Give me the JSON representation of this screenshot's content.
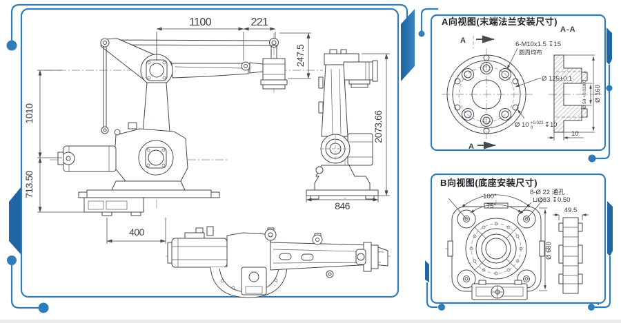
{
  "colors": {
    "accent": "#2e7cb8",
    "accent_dark": "#2265a3",
    "line": "#41464c"
  },
  "main_view": {
    "dim_top_1": "1100",
    "dim_top_2": "221",
    "dim_top_right_v": "247.5",
    "dim_left_upper": "1010",
    "dim_left_lower": "713.50",
    "dim_bottom_left": "400",
    "dim_side_height": "2073.66",
    "dim_side_width": "846"
  },
  "panel_a": {
    "title": "A向视图(末端法兰安装尺寸)",
    "section_label": "A-A",
    "view_arrow_top": "A",
    "view_arrow_bottom": "A",
    "ann_bolts": "6-M10x1.5 ↧15",
    "ann_pattern": "圆周均布",
    "ann_bolt_circle": "Ø 125±0.1",
    "ann_pin": "Ø 10",
    "ann_pin_tol_hi": "+0.022",
    "ann_pin_tol_lo": "0",
    "ann_pin_depth": "↧10",
    "ann_outer_dia": "Ø 160",
    "ann_bore": "Ø 50 +0.039/0",
    "ann_thickness": "10"
  },
  "panel_b": {
    "title": "B向视图(底座安装尺寸)",
    "ann_angle_outer": "100°",
    "ann_angle_inner": "75°",
    "ann_holes": "8-Ø 22 通孔",
    "ann_spotface": "⊔Ø33 ↧0.50",
    "ann_width": "49.5",
    "ann_base_dia": "Ø 680"
  }
}
